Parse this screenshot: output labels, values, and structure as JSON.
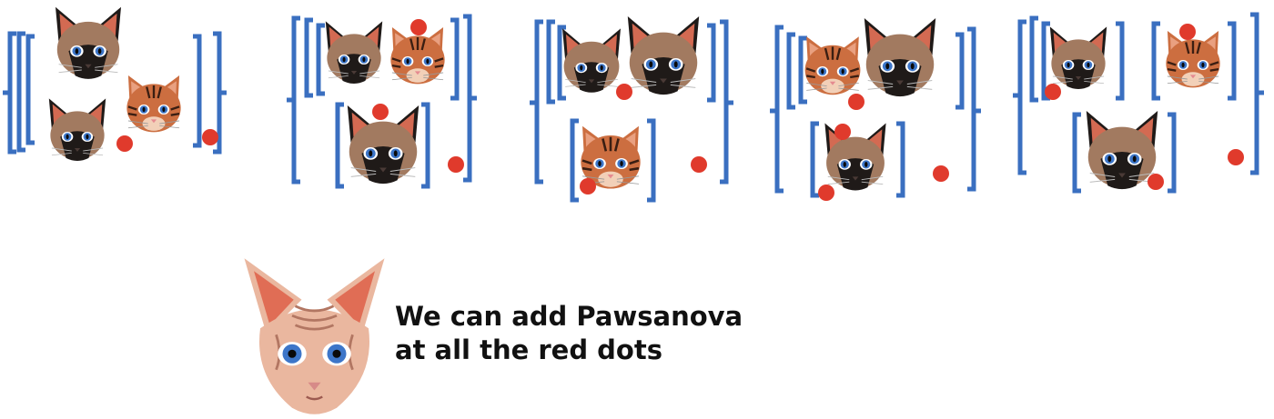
{
  "caption": {
    "line1": "We can add Pawsanova",
    "line2": "at all the red dots"
  },
  "colors": {
    "bracket": "#3a6fc0",
    "dot": "#e03a2c",
    "siamese_fur": "#a27a60",
    "siamese_mask": "#1f1a18",
    "siamese_ear_inner": "#d36a52",
    "tabby_fur": "#cc6e40",
    "tabby_stripe": "#3a1e12",
    "sphynx_skin": "#eab79f",
    "sphynx_wrinkle": "#b27662",
    "sphynx_ear_inner": "#e06d55",
    "eye": "#3d76c9",
    "pupil": "#0a0a0a"
  },
  "icons": {
    "siamese": "siamese-cat-icon",
    "tabby": "tabby-cat-icon",
    "sphynx": "sphynx-cat-icon"
  },
  "panels": [
    {
      "name": "panel-1",
      "cats": [
        {
          "kind": "siamese",
          "size": "large"
        },
        {
          "kind": "siamese",
          "size": "small"
        },
        {
          "kind": "tabby",
          "size": "small"
        }
      ],
      "dots": 2
    },
    {
      "name": "panel-2",
      "cats": [
        {
          "kind": "siamese",
          "size": "small"
        },
        {
          "kind": "tabby",
          "size": "small"
        },
        {
          "kind": "siamese",
          "size": "large"
        }
      ],
      "dots": 3
    },
    {
      "name": "panel-3",
      "cats": [
        {
          "kind": "siamese",
          "size": "small"
        },
        {
          "kind": "siamese",
          "size": "large"
        },
        {
          "kind": "tabby",
          "size": "small"
        }
      ],
      "dots": 3
    },
    {
      "name": "panel-4",
      "cats": [
        {
          "kind": "tabby",
          "size": "small"
        },
        {
          "kind": "siamese",
          "size": "large"
        },
        {
          "kind": "siamese",
          "size": "small"
        }
      ],
      "dots": 4
    },
    {
      "name": "panel-5",
      "cats": [
        {
          "kind": "siamese",
          "size": "small"
        },
        {
          "kind": "tabby",
          "size": "small"
        },
        {
          "kind": "siamese",
          "size": "large"
        }
      ],
      "dots": 4
    }
  ],
  "pawsanova": {
    "kind": "sphynx",
    "size": "large"
  }
}
